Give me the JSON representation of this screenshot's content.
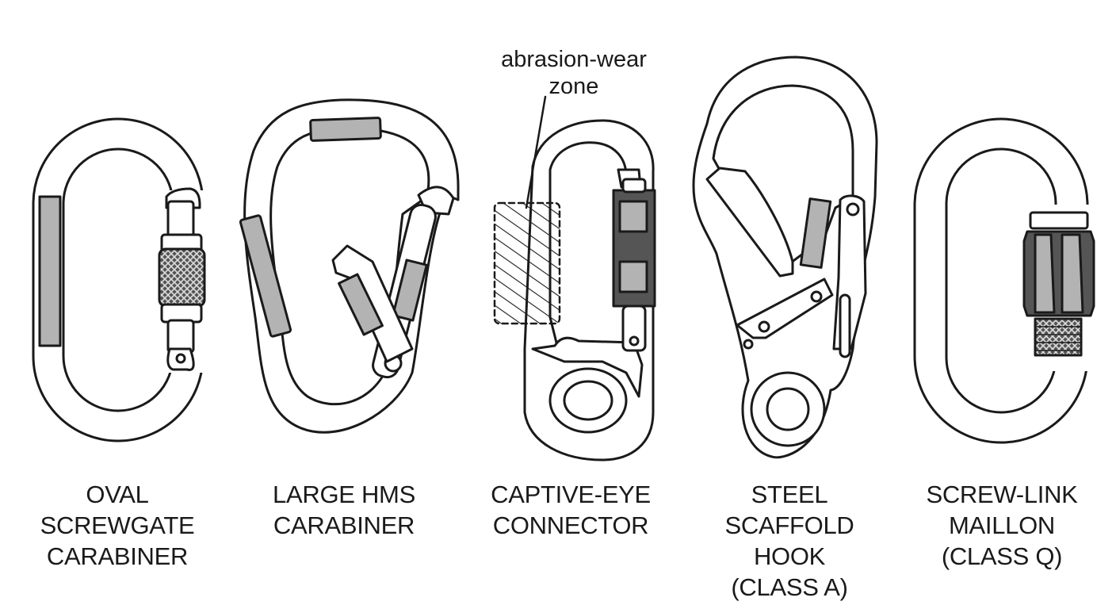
{
  "connectors": [
    {
      "id": "oval",
      "lines": [
        "OVAL",
        "SCREWGATE",
        "CARABINER"
      ]
    },
    {
      "id": "hms",
      "lines": [
        "LARGE HMS",
        "CARABINER"
      ]
    },
    {
      "id": "captive",
      "lines": [
        "CAPTIVE-EYE",
        "CONNECTOR"
      ]
    },
    {
      "id": "scaffold",
      "lines": [
        "STEEL",
        "SCAFFOLD",
        "HOOK",
        "(CLASS A)"
      ]
    },
    {
      "id": "maillon",
      "lines": [
        "SCREW-LINK",
        "MAILLON",
        "(CLASS Q)"
      ]
    }
  ],
  "callout": {
    "lines": [
      "abrasion-wear",
      "zone"
    ]
  },
  "colors": {
    "stroke": "#1a1a1a",
    "zone": "#b3b3b3",
    "fill": "#ffffff"
  }
}
